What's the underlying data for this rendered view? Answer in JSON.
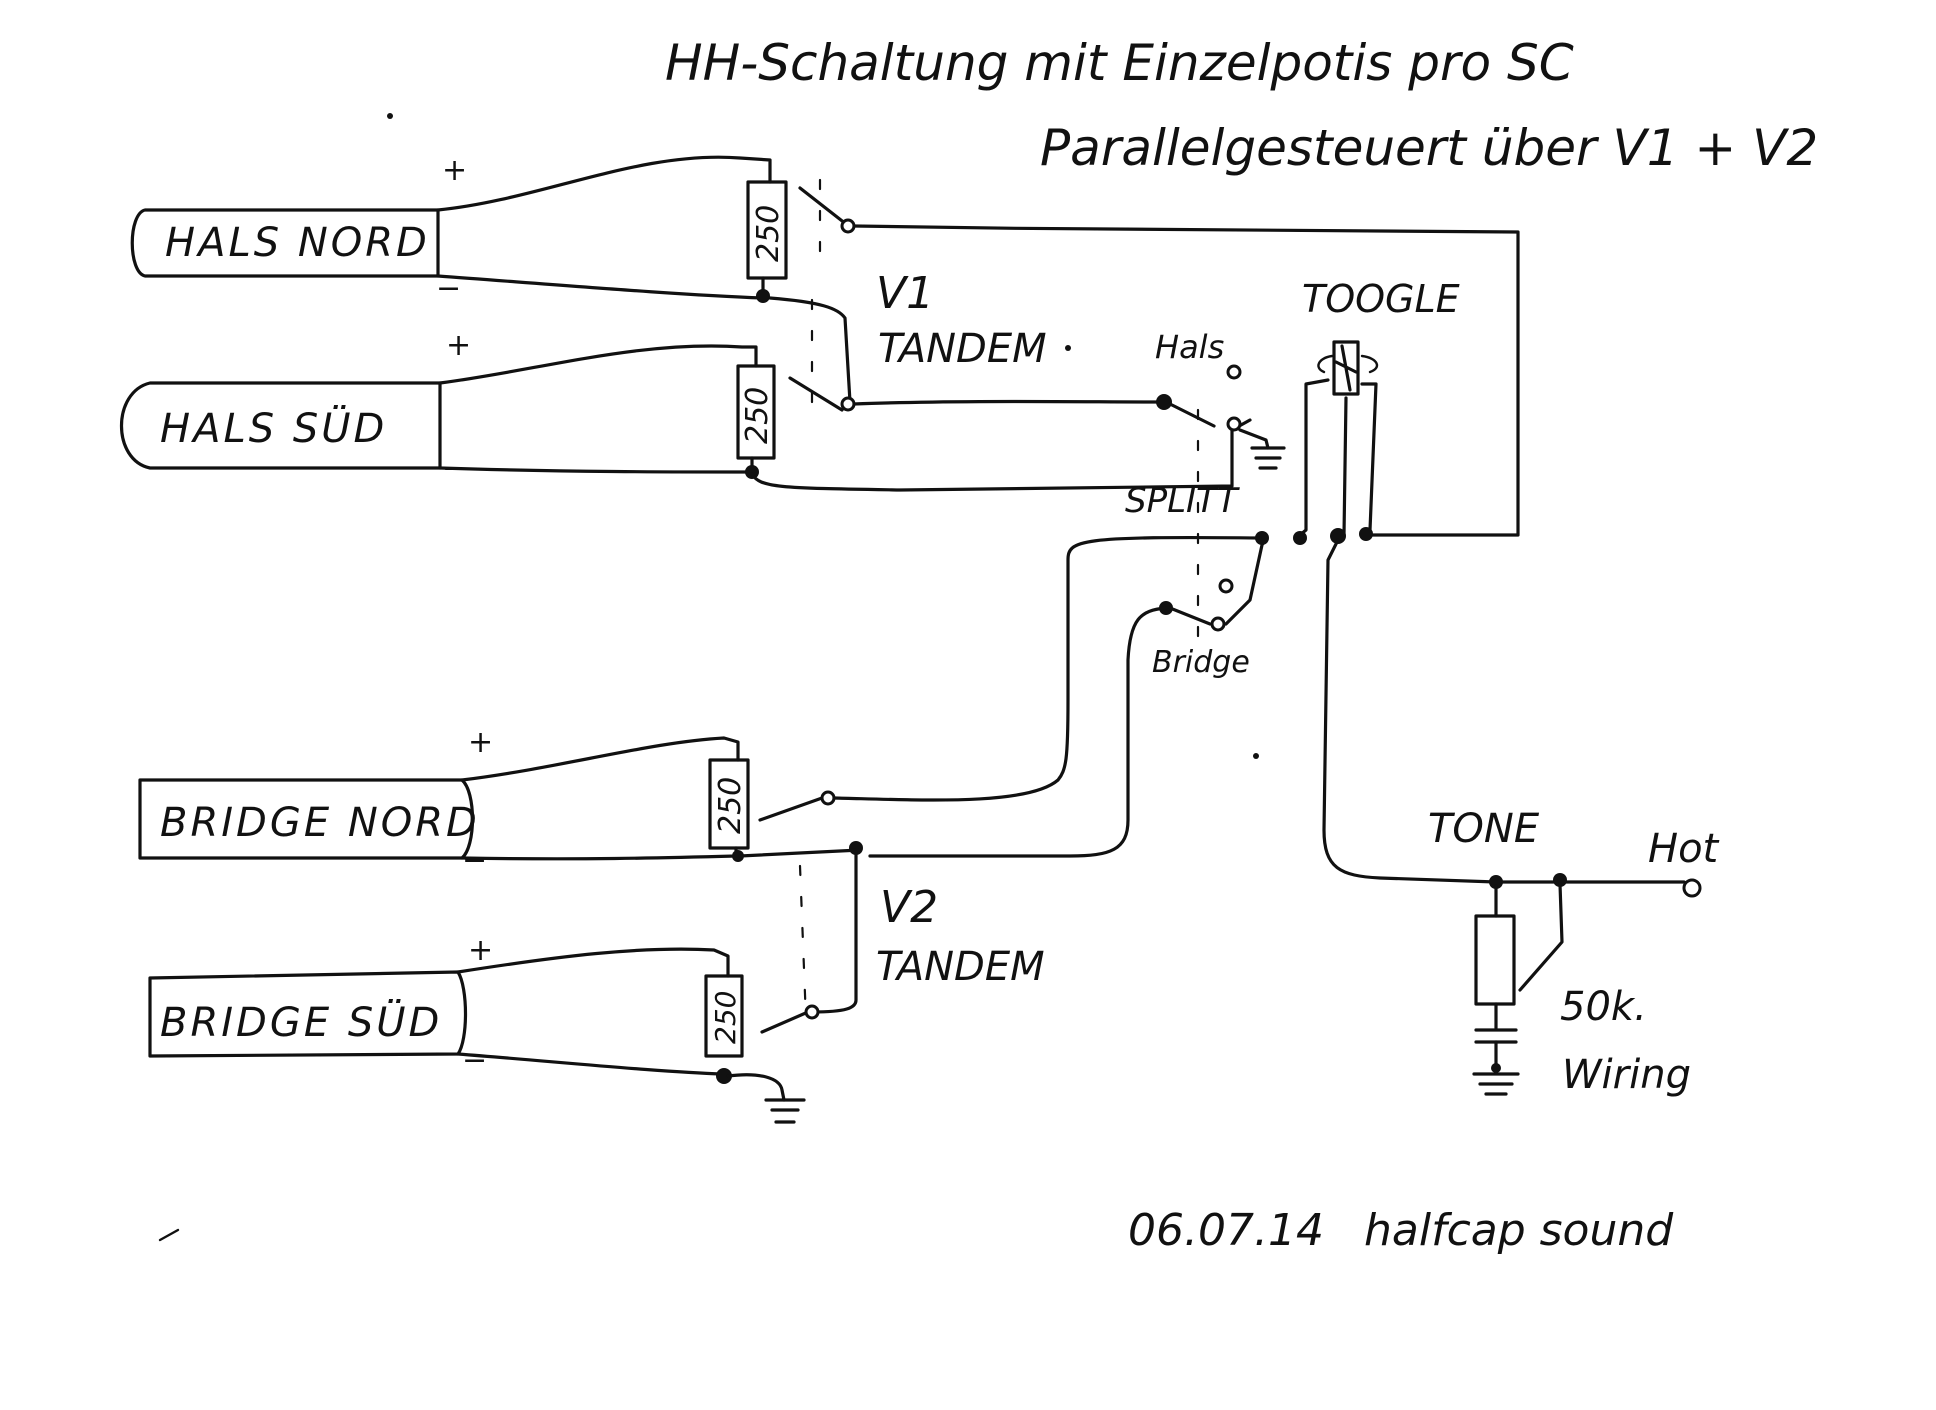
{
  "title": {
    "line1": "HH-Schaltung mit Einzelpotis pro SC",
    "line2": "Parallelgesteuert über V1 + V2"
  },
  "pickups": {
    "hals_nord": "HALS NORD",
    "hals_sued": "HALS SÜD",
    "bridge_nord": "BRIDGE NORD",
    "bridge_sued": "BRIDGE SÜD"
  },
  "polarity": {
    "plus": "+",
    "minus": "−"
  },
  "resistor_value": "250",
  "pots": {
    "v1_name": "V1",
    "v1_type": "TANDEM",
    "v2_name": "V2",
    "v2_type": "TANDEM"
  },
  "switches": {
    "toggle": "TOOGLE",
    "hals": "Hals",
    "split": "SPLITT",
    "bridge": "Bridge"
  },
  "tone": {
    "label": "TONE",
    "output": "Hot",
    "value_line1": "50k.",
    "value_line2": "Wiring"
  },
  "footer": {
    "date": "06.07.14",
    "note": "halfcap sound"
  }
}
